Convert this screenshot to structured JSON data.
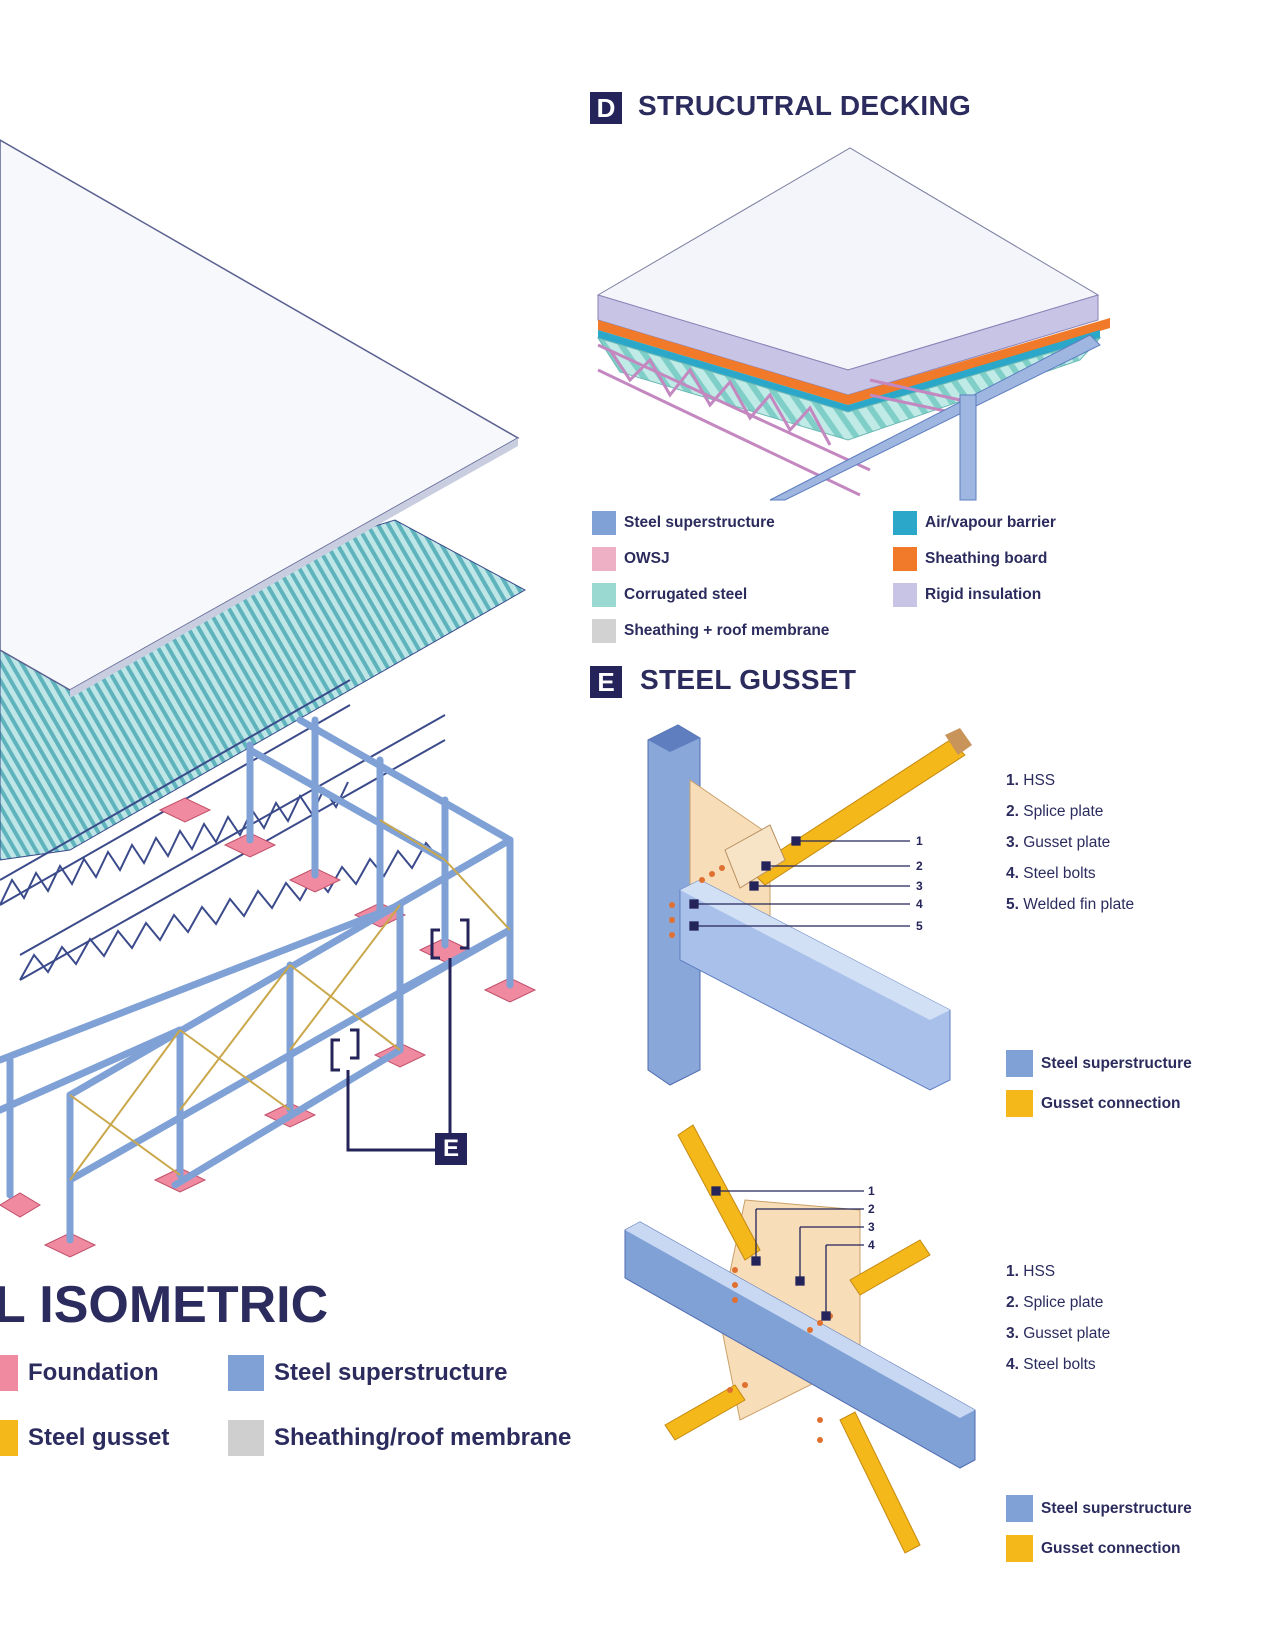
{
  "colors": {
    "navy": "#24245a",
    "steel": "#7fa1d6",
    "owsj": "#e8a8c0",
    "corrugated": "#8fd3cc",
    "sheathing": "#cfcfcf",
    "air_barrier": "#2aa7c9",
    "sheathing_board": "#f07a2a",
    "rigid_insulation": "#c8c4e6",
    "foundation": "#f08aa0",
    "gusset": "#f5b81a"
  },
  "decking": {
    "badge": "D",
    "title": "STRUCUTRAL DECKING",
    "legend": [
      {
        "label": "Steel superstructure",
        "color": "#7fa1d6"
      },
      {
        "label": "OWSJ",
        "color": "#eeb0c4"
      },
      {
        "label": "Corrugated steel",
        "color": "#9ad8d2"
      },
      {
        "label": "Sheathing + roof membrane",
        "color": "#d2d2d2"
      },
      {
        "label": "Air/vapour barrier",
        "color": "#2aa7c9"
      },
      {
        "label": "Sheathing board",
        "color": "#f07a2a"
      },
      {
        "label": "Rigid insulation",
        "color": "#c8c4e6"
      }
    ]
  },
  "gusset": {
    "badge": "E",
    "title": "STEEL GUSSET",
    "detail1": {
      "parts": [
        {
          "num": "1.",
          "label": "HSS"
        },
        {
          "num": "2.",
          "label": "Splice plate"
        },
        {
          "num": "3.",
          "label": "Gusset plate"
        },
        {
          "num": "4.",
          "label": "Steel bolts"
        },
        {
          "num": "5.",
          "label": "Welded fin plate"
        }
      ],
      "callouts": [
        "1",
        "2",
        "3",
        "4",
        "5"
      ],
      "legend": [
        {
          "label": "Steel superstructure",
          "color": "#7fa1d6"
        },
        {
          "label": "Gusset connection",
          "color": "#f5b81a"
        }
      ]
    },
    "detail2": {
      "parts": [
        {
          "num": "1.",
          "label": "HSS"
        },
        {
          "num": "2.",
          "label": "Splice plate"
        },
        {
          "num": "3.",
          "label": "Gusset plate"
        },
        {
          "num": "4.",
          "label": "Steel bolts"
        }
      ],
      "callouts": [
        "1",
        "2",
        "3",
        "4"
      ],
      "legend": [
        {
          "label": "Steel superstructure",
          "color": "#7fa1d6"
        },
        {
          "label": "Gusset connection",
          "color": "#f5b81a"
        }
      ]
    }
  },
  "isometric": {
    "title": "L ISOMETRIC",
    "marker": "E",
    "legend": [
      {
        "label": "Foundation",
        "color": "#f08aa0"
      },
      {
        "label": "Steel superstructure",
        "color": "#7fa1d6"
      },
      {
        "label": "Steel gusset",
        "color": "#f5b81a"
      },
      {
        "label": "Sheathing/roof membrane",
        "color": "#cfcfcf"
      }
    ]
  }
}
